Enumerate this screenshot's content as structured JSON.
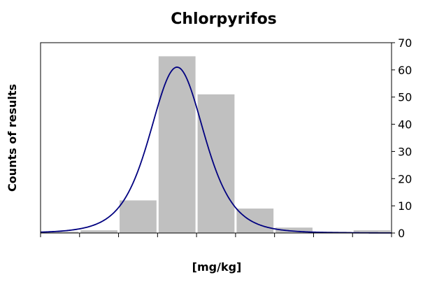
{
  "chart_data": {
    "type": "bar",
    "title": "Chlorpyrifos",
    "xlabel": "[mg/kg]",
    "ylabel": "Counts of results",
    "y_axis_side": "right",
    "ylim": [
      0,
      70
    ],
    "yticks": [
      0,
      10,
      20,
      30,
      40,
      50,
      60,
      70
    ],
    "grid": false,
    "legend": "none",
    "bin_count": 9,
    "values": [
      0.5,
      1,
      12,
      65,
      51,
      9,
      2,
      0.5,
      1
    ],
    "fitted_curve": {
      "type": "line",
      "shape": "normal",
      "peak": 61,
      "peak_at_bin": 3.5,
      "spread_bins": 0.72
    },
    "colors": {
      "bars": "#c0c0c0",
      "curve": "#000080"
    }
  }
}
